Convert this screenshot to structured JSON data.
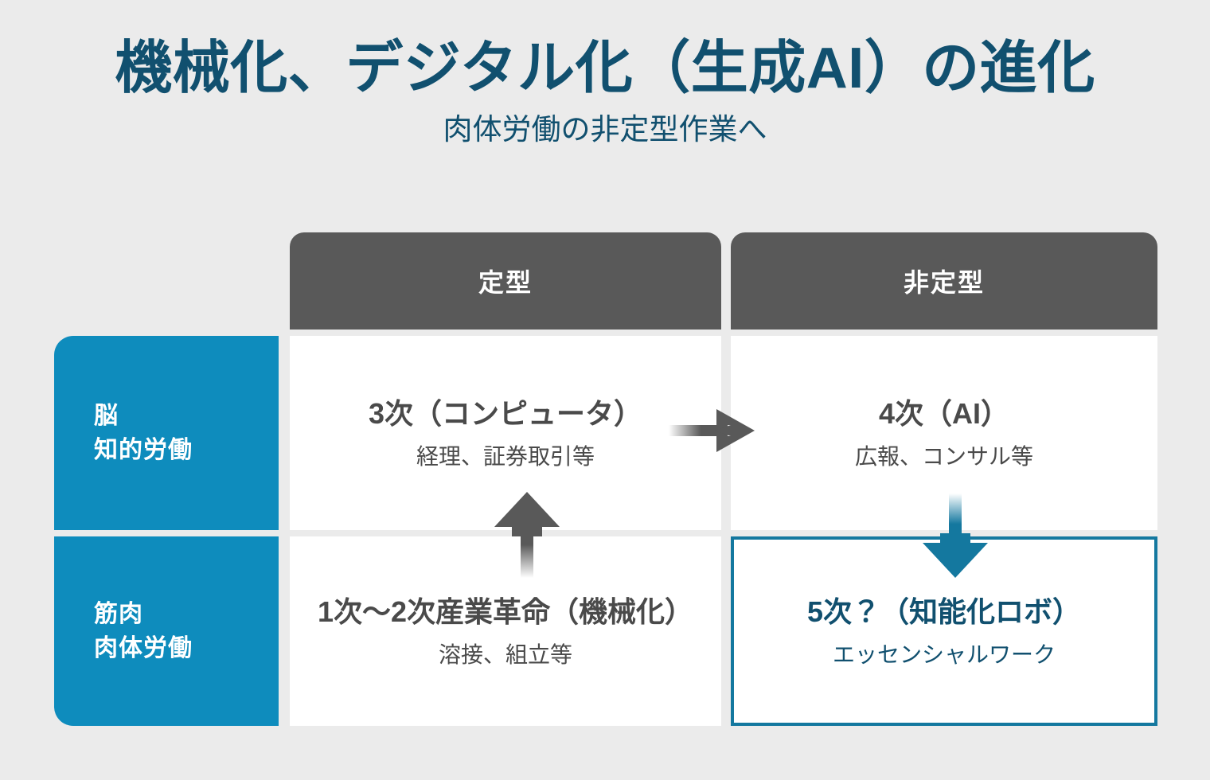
{
  "header": {
    "title": "機械化、デジタル化（生成AI）の進化",
    "subtitle": "肉体労働の非定型作業へ",
    "title_color": "#11506f"
  },
  "matrix": {
    "column_headers": [
      {
        "label": "定型"
      },
      {
        "label": "非定型"
      }
    ],
    "row_labels": [
      {
        "line1": "脳",
        "line2": "知的労働"
      },
      {
        "line1": "筋肉",
        "line2": "肉体労働"
      }
    ],
    "cells": [
      {
        "title": "3次（コンピュータ）",
        "subtitle": "経理、証券取引等",
        "highlight": false
      },
      {
        "title": "4次（AI）",
        "subtitle": "広報、コンサル等",
        "highlight": false
      },
      {
        "title": "1次〜2次産業革命（機械化）",
        "subtitle": "溶接、組立等",
        "highlight": false
      },
      {
        "title": "5次？（知能化ロボ）",
        "subtitle": "エッセンシャルワーク",
        "highlight": true
      }
    ]
  },
  "arrows": [
    {
      "name": "arrow-right",
      "direction": "right",
      "color": "#595959"
    },
    {
      "name": "arrow-up",
      "direction": "up",
      "color": "#595959"
    },
    {
      "name": "arrow-down",
      "direction": "down",
      "color": "#14789f"
    }
  ],
  "colors": {
    "background": "#ebebeb",
    "header_bar": "#595959",
    "row_label": "#0e8cbd",
    "accent_blue": "#14789f",
    "deep_teal": "#11506f",
    "cell_text": "#4a4a4a",
    "cell_background": "#ffffff"
  }
}
